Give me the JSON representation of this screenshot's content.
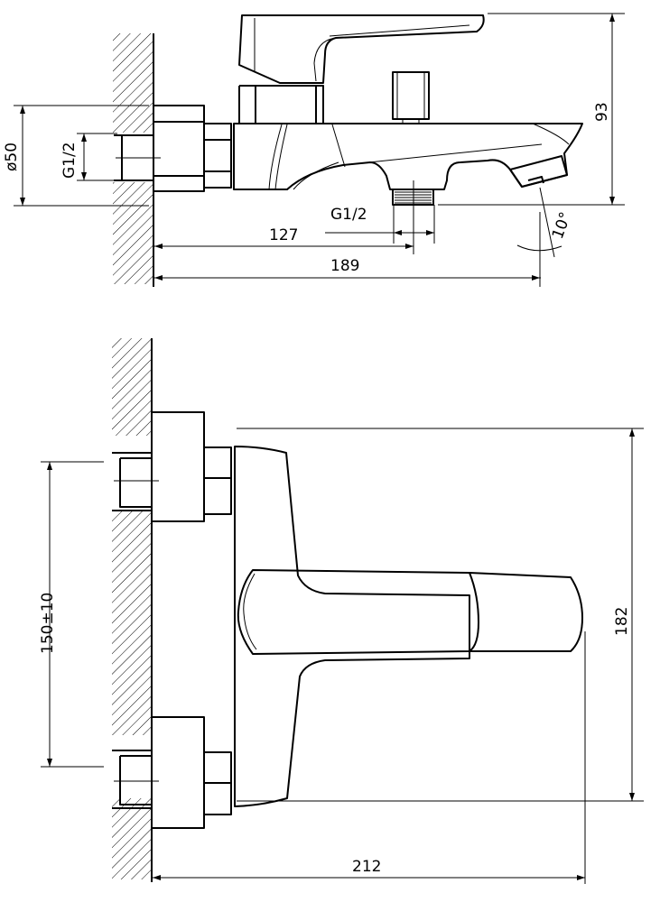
{
  "title": "Bath mixer dimension drawing",
  "colors": {
    "line": "#000000",
    "background": "#ffffff"
  },
  "side_view": {
    "dim_diameter": "ø50",
    "dim_inlet_thread": "G1/2",
    "dim_outlet_thread": "G1/2",
    "dim_outlet_distance": "127",
    "dim_spout_reach": "189",
    "dim_height": "93",
    "dim_angle": "10°"
  },
  "front_view": {
    "dim_centers": "150±10",
    "dim_plate_height": "182",
    "dim_handle_reach": "212"
  }
}
